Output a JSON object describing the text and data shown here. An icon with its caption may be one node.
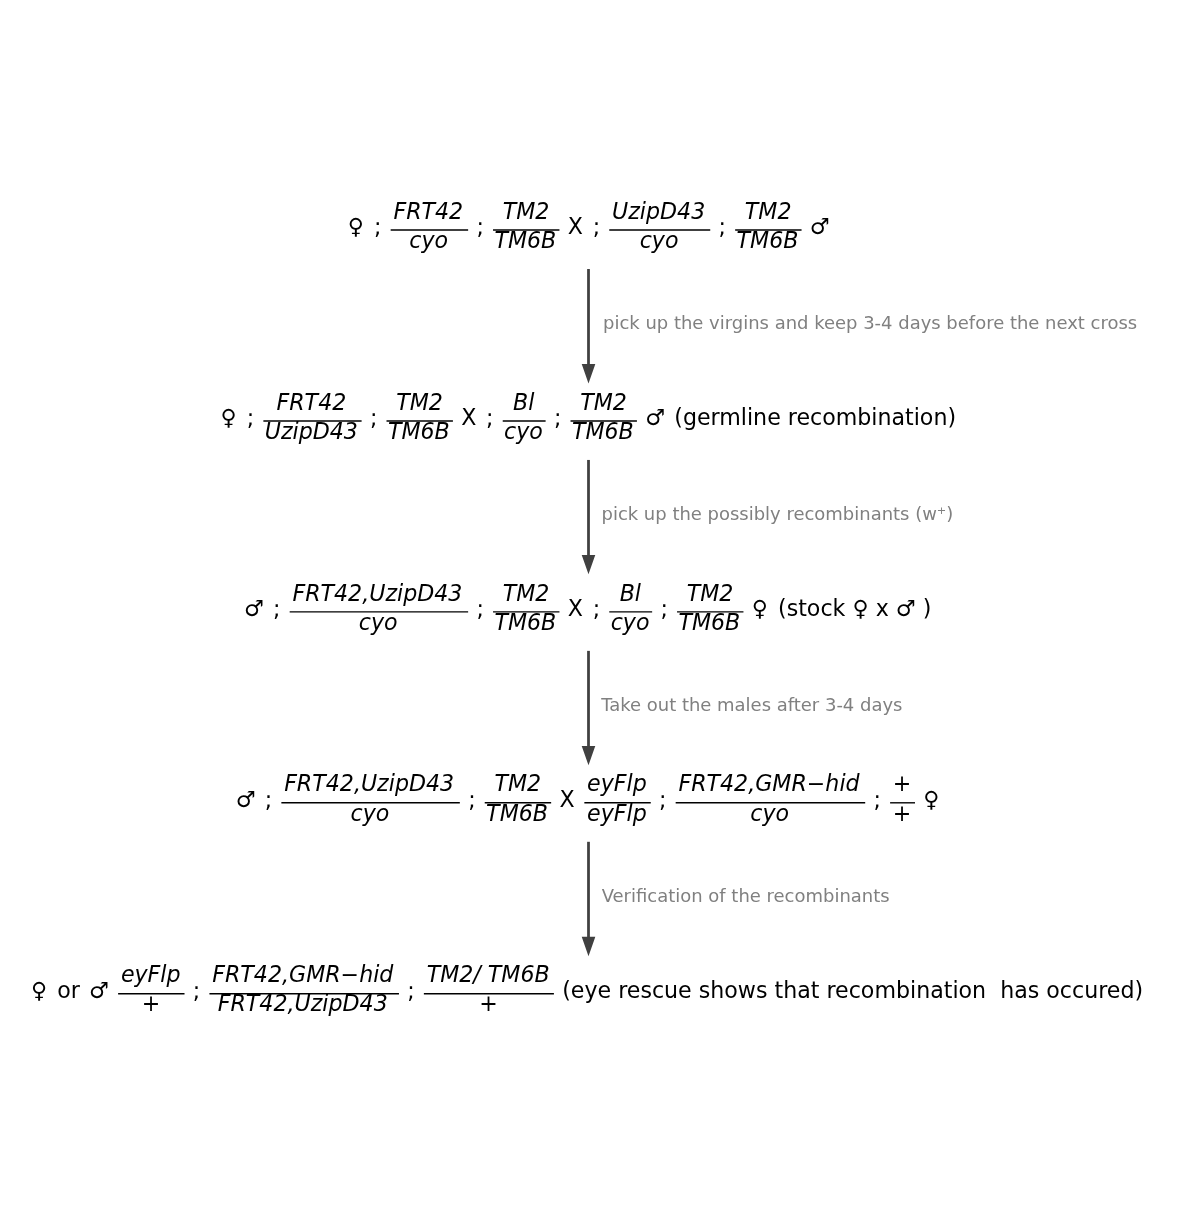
{
  "diagram": {
    "nodes": [
      {
        "text": [
          "♀",
          ";",
          "FRT42",
          "cyo",
          ";",
          "TM2",
          "TM6B",
          "X",
          ";",
          "UzipD43",
          "cyo",
          ";",
          "TM2",
          "TM6B",
          "♂"
        ]
      },
      {
        "text": [
          "♀",
          ";",
          "FRT42",
          "UzipD43",
          ";",
          "TM2",
          "TM6B",
          "X",
          ";",
          "Bl",
          "cyo",
          ";",
          "TM2",
          "TM6B",
          "♂",
          "(germline recombination)"
        ]
      },
      {
        "text": [
          "♂",
          ";",
          "FRT42,UzipD43",
          "cyo",
          ";",
          "TM2",
          "TM6B",
          "X",
          ";",
          "Bl",
          "cyo",
          ";",
          "TM2",
          "TM6B",
          "♀",
          "(stock ♀ x ♂ )"
        ]
      },
      {
        "text": [
          "♂",
          ";",
          "FRT42,UzipD43",
          "cyo",
          ";",
          "TM2",
          "TM6B",
          "X",
          "eyFlp",
          "eyFlp",
          ";",
          "FRT42,GMR−hid",
          "cyo",
          ";",
          "+",
          "+",
          "♀"
        ]
      },
      {
        "text": [
          "♀",
          "or",
          "♂",
          "eyFlp",
          "+",
          ";",
          "FRT42,GMR−hid",
          "FRT42,UzipD43",
          ";",
          "TM2/ TM6B",
          "+",
          "(eye rescue shows that recombination  has occured)"
        ]
      }
    ],
    "edges": [
      {
        "from": 0,
        "to": 1,
        "arrow": "to",
        "label": "pick up the virgins and keep 3-4 days before the next cross"
      },
      {
        "from": 1,
        "to": 2,
        "arrow": "to",
        "label": "pick up the possibly recombinants (w⁺)"
      },
      {
        "from": 2,
        "to": 3,
        "arrow": "to",
        "label": "Take out the males after 3-4 days"
      },
      {
        "from": 3,
        "to": 4,
        "arrow": "to",
        "label": "Verification of the recombinants"
      }
    ]
  }
}
